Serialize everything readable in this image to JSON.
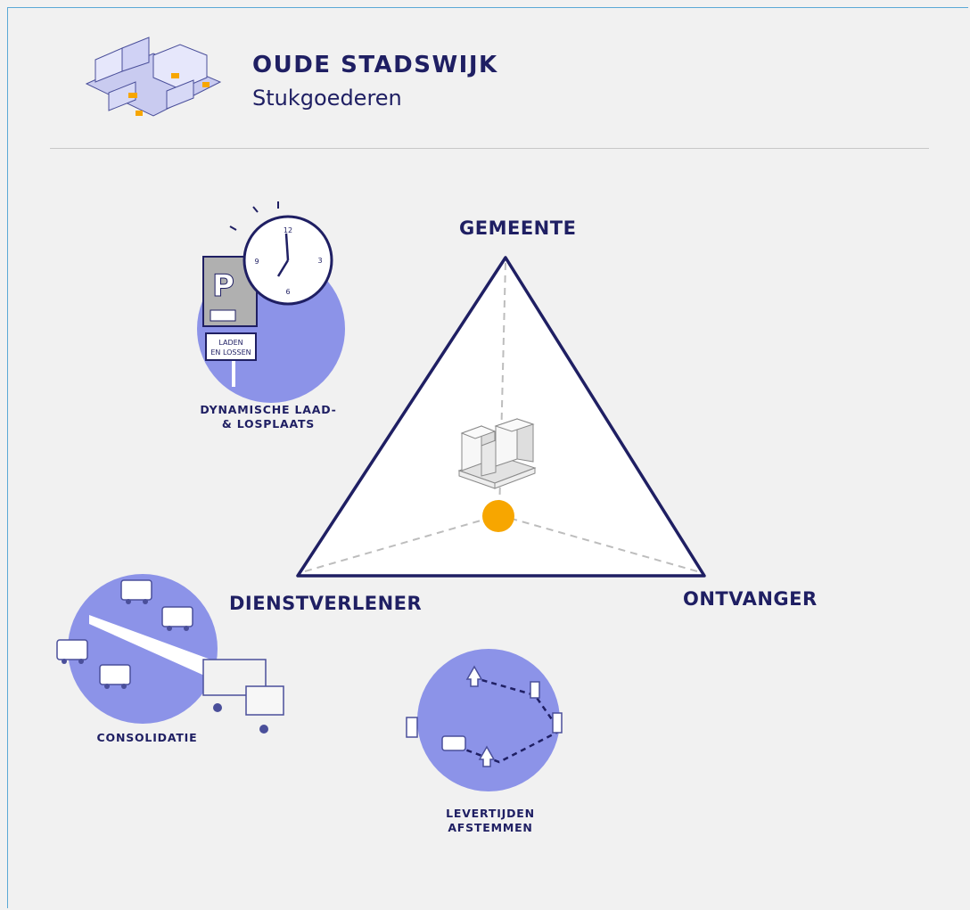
{
  "header": {
    "title": "OUDE STADSWIJK",
    "subtitle": "Stukgoederen",
    "illustration_icon": "city-block-illustration"
  },
  "triangle": {
    "vertices": {
      "top": "GEMEENTE",
      "left": "DIENSTVERLENER",
      "right": "ONTVANGER"
    },
    "center_icon": "pallet-boxes-icon",
    "marker_color": "#f7a600"
  },
  "measures": {
    "parking": {
      "caption_line1": "DYNAMISCHE LAAD-",
      "caption_line2": "& LOSPLAATS",
      "sign_letter": "P",
      "sign_line1": "LADEN",
      "sign_line2": "EN LOSSEN",
      "clock_numbers": [
        "12",
        "3",
        "6",
        "9"
      ]
    },
    "consolidation": {
      "caption": "CONSOLIDATIE"
    },
    "delivery_times": {
      "caption_line1": "LEVERTIJDEN",
      "caption_line2": "AFSTEMMEN"
    }
  },
  "colors": {
    "navy": "#1f1f63",
    "accent_circle": "#8c93e8",
    "marker": "#f7a600"
  }
}
